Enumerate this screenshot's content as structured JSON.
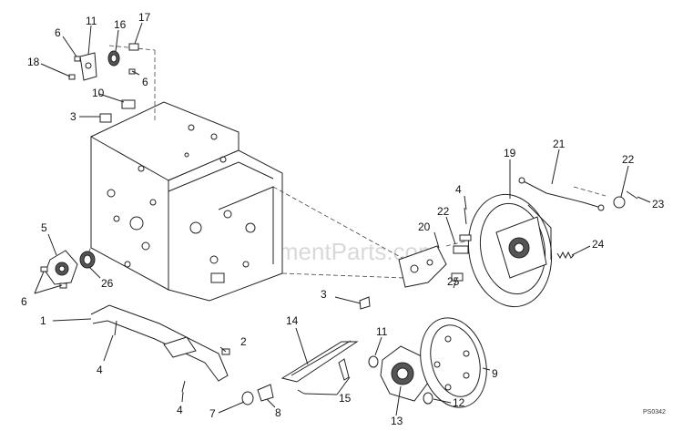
{
  "watermark": "eReplacementParts.com",
  "drawing_code": "PS0342",
  "callouts": [
    {
      "id": "c1",
      "text": "1"
    },
    {
      "id": "c2",
      "text": "2"
    },
    {
      "id": "c3a",
      "text": "3"
    },
    {
      "id": "c3b",
      "text": "3"
    },
    {
      "id": "c4a",
      "text": "4"
    },
    {
      "id": "c4b",
      "text": "4"
    },
    {
      "id": "c4c",
      "text": "4"
    },
    {
      "id": "c5",
      "text": "5"
    },
    {
      "id": "c6a",
      "text": "6"
    },
    {
      "id": "c6b",
      "text": "6"
    },
    {
      "id": "c6c",
      "text": "6"
    },
    {
      "id": "c7",
      "text": "7"
    },
    {
      "id": "c8",
      "text": "8"
    },
    {
      "id": "c9",
      "text": "9"
    },
    {
      "id": "c10",
      "text": "10"
    },
    {
      "id": "c11a",
      "text": "11"
    },
    {
      "id": "c11b",
      "text": "11"
    },
    {
      "id": "c12",
      "text": "12"
    },
    {
      "id": "c13",
      "text": "13"
    },
    {
      "id": "c14",
      "text": "14"
    },
    {
      "id": "c15",
      "text": "15"
    },
    {
      "id": "c16",
      "text": "16"
    },
    {
      "id": "c17",
      "text": "17"
    },
    {
      "id": "c18",
      "text": "18"
    },
    {
      "id": "c19",
      "text": "19"
    },
    {
      "id": "c20",
      "text": "20"
    },
    {
      "id": "c21",
      "text": "21"
    },
    {
      "id": "c22a",
      "text": "22"
    },
    {
      "id": "c22b",
      "text": "22"
    },
    {
      "id": "c23",
      "text": "23"
    },
    {
      "id": "c24",
      "text": "24"
    },
    {
      "id": "c25",
      "text": "25"
    },
    {
      "id": "c26",
      "text": "26"
    }
  ]
}
